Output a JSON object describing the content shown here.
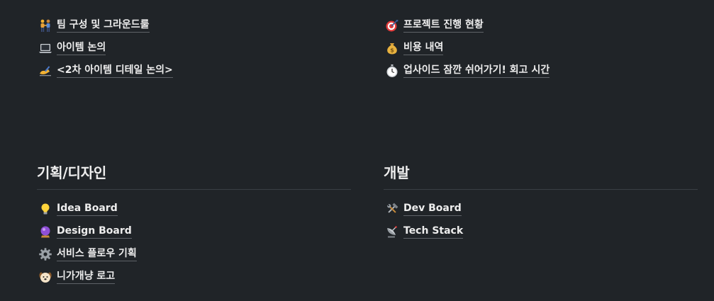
{
  "top_links": {
    "left": [
      {
        "icon": "people-holding-hands-icon",
        "label": "팀 구성 및 그라운드룰"
      },
      {
        "icon": "laptop-icon",
        "label": "아이템 논의"
      },
      {
        "icon": "writing-hand-icon",
        "label": "<2차 아이템 디테일 논의>"
      }
    ],
    "right": [
      {
        "icon": "direct-hit-target-icon",
        "label": "프로젝트 진행 현황"
      },
      {
        "icon": "money-bag-icon",
        "label": "비용 내역"
      },
      {
        "icon": "stopwatch-icon",
        "label": "업사이드 잠깐 쉬어가기! 회고 시간"
      }
    ]
  },
  "sections": {
    "planning": {
      "heading": "기획/디자인",
      "items": [
        {
          "icon": "light-bulb-icon",
          "label": "Idea Board"
        },
        {
          "icon": "crystal-ball-icon",
          "label": "Design Board"
        },
        {
          "icon": "gear-icon",
          "label": "서비스 플로우 기획"
        },
        {
          "icon": "dog-face-icon",
          "label": "니가개냥 로고"
        }
      ]
    },
    "development": {
      "heading": "개발",
      "items": [
        {
          "icon": "hammer-and-wrench-icon",
          "label": "Dev Board"
        },
        {
          "icon": "satellite-antenna-icon",
          "label": "Tech Stack"
        }
      ]
    }
  }
}
